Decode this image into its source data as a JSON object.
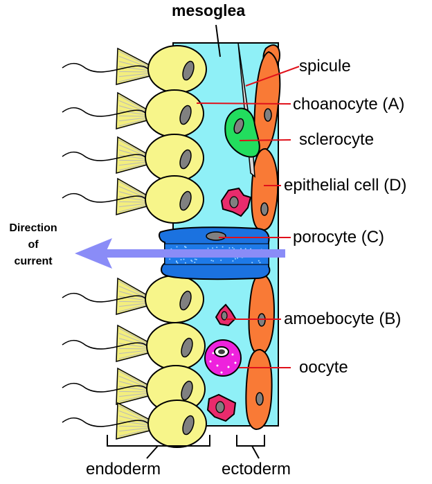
{
  "title": "mesoglea",
  "labels": {
    "spicule": "spicule",
    "choanocyte": "choanocyte (A)",
    "sclerocyte": "sclerocyte",
    "epithelial": "epithelial cell (D)",
    "porocyte": "porocyte (C)",
    "amoebocyte": "amoebocyte (B)",
    "oocyte": "oocyte"
  },
  "current": {
    "line1": "Direction",
    "line2": "of",
    "line3": "current"
  },
  "layers": {
    "endoderm": "endoderm",
    "ectoderm": "ectoderm"
  },
  "colors": {
    "mesoglea": "#8ff0f7",
    "choanocyte": "#f7f58a",
    "collar": "#f3ee7e",
    "ectoderm": "#f97a36",
    "porocyte": "#1b72e0",
    "arrow": "#8a8cf7",
    "leader_line": "#e0101a",
    "sclerocyte": "#22dd5e",
    "amoebocyte": "#e92b6c",
    "oocyte": "#ee22dd",
    "nucleus": "#808080"
  }
}
